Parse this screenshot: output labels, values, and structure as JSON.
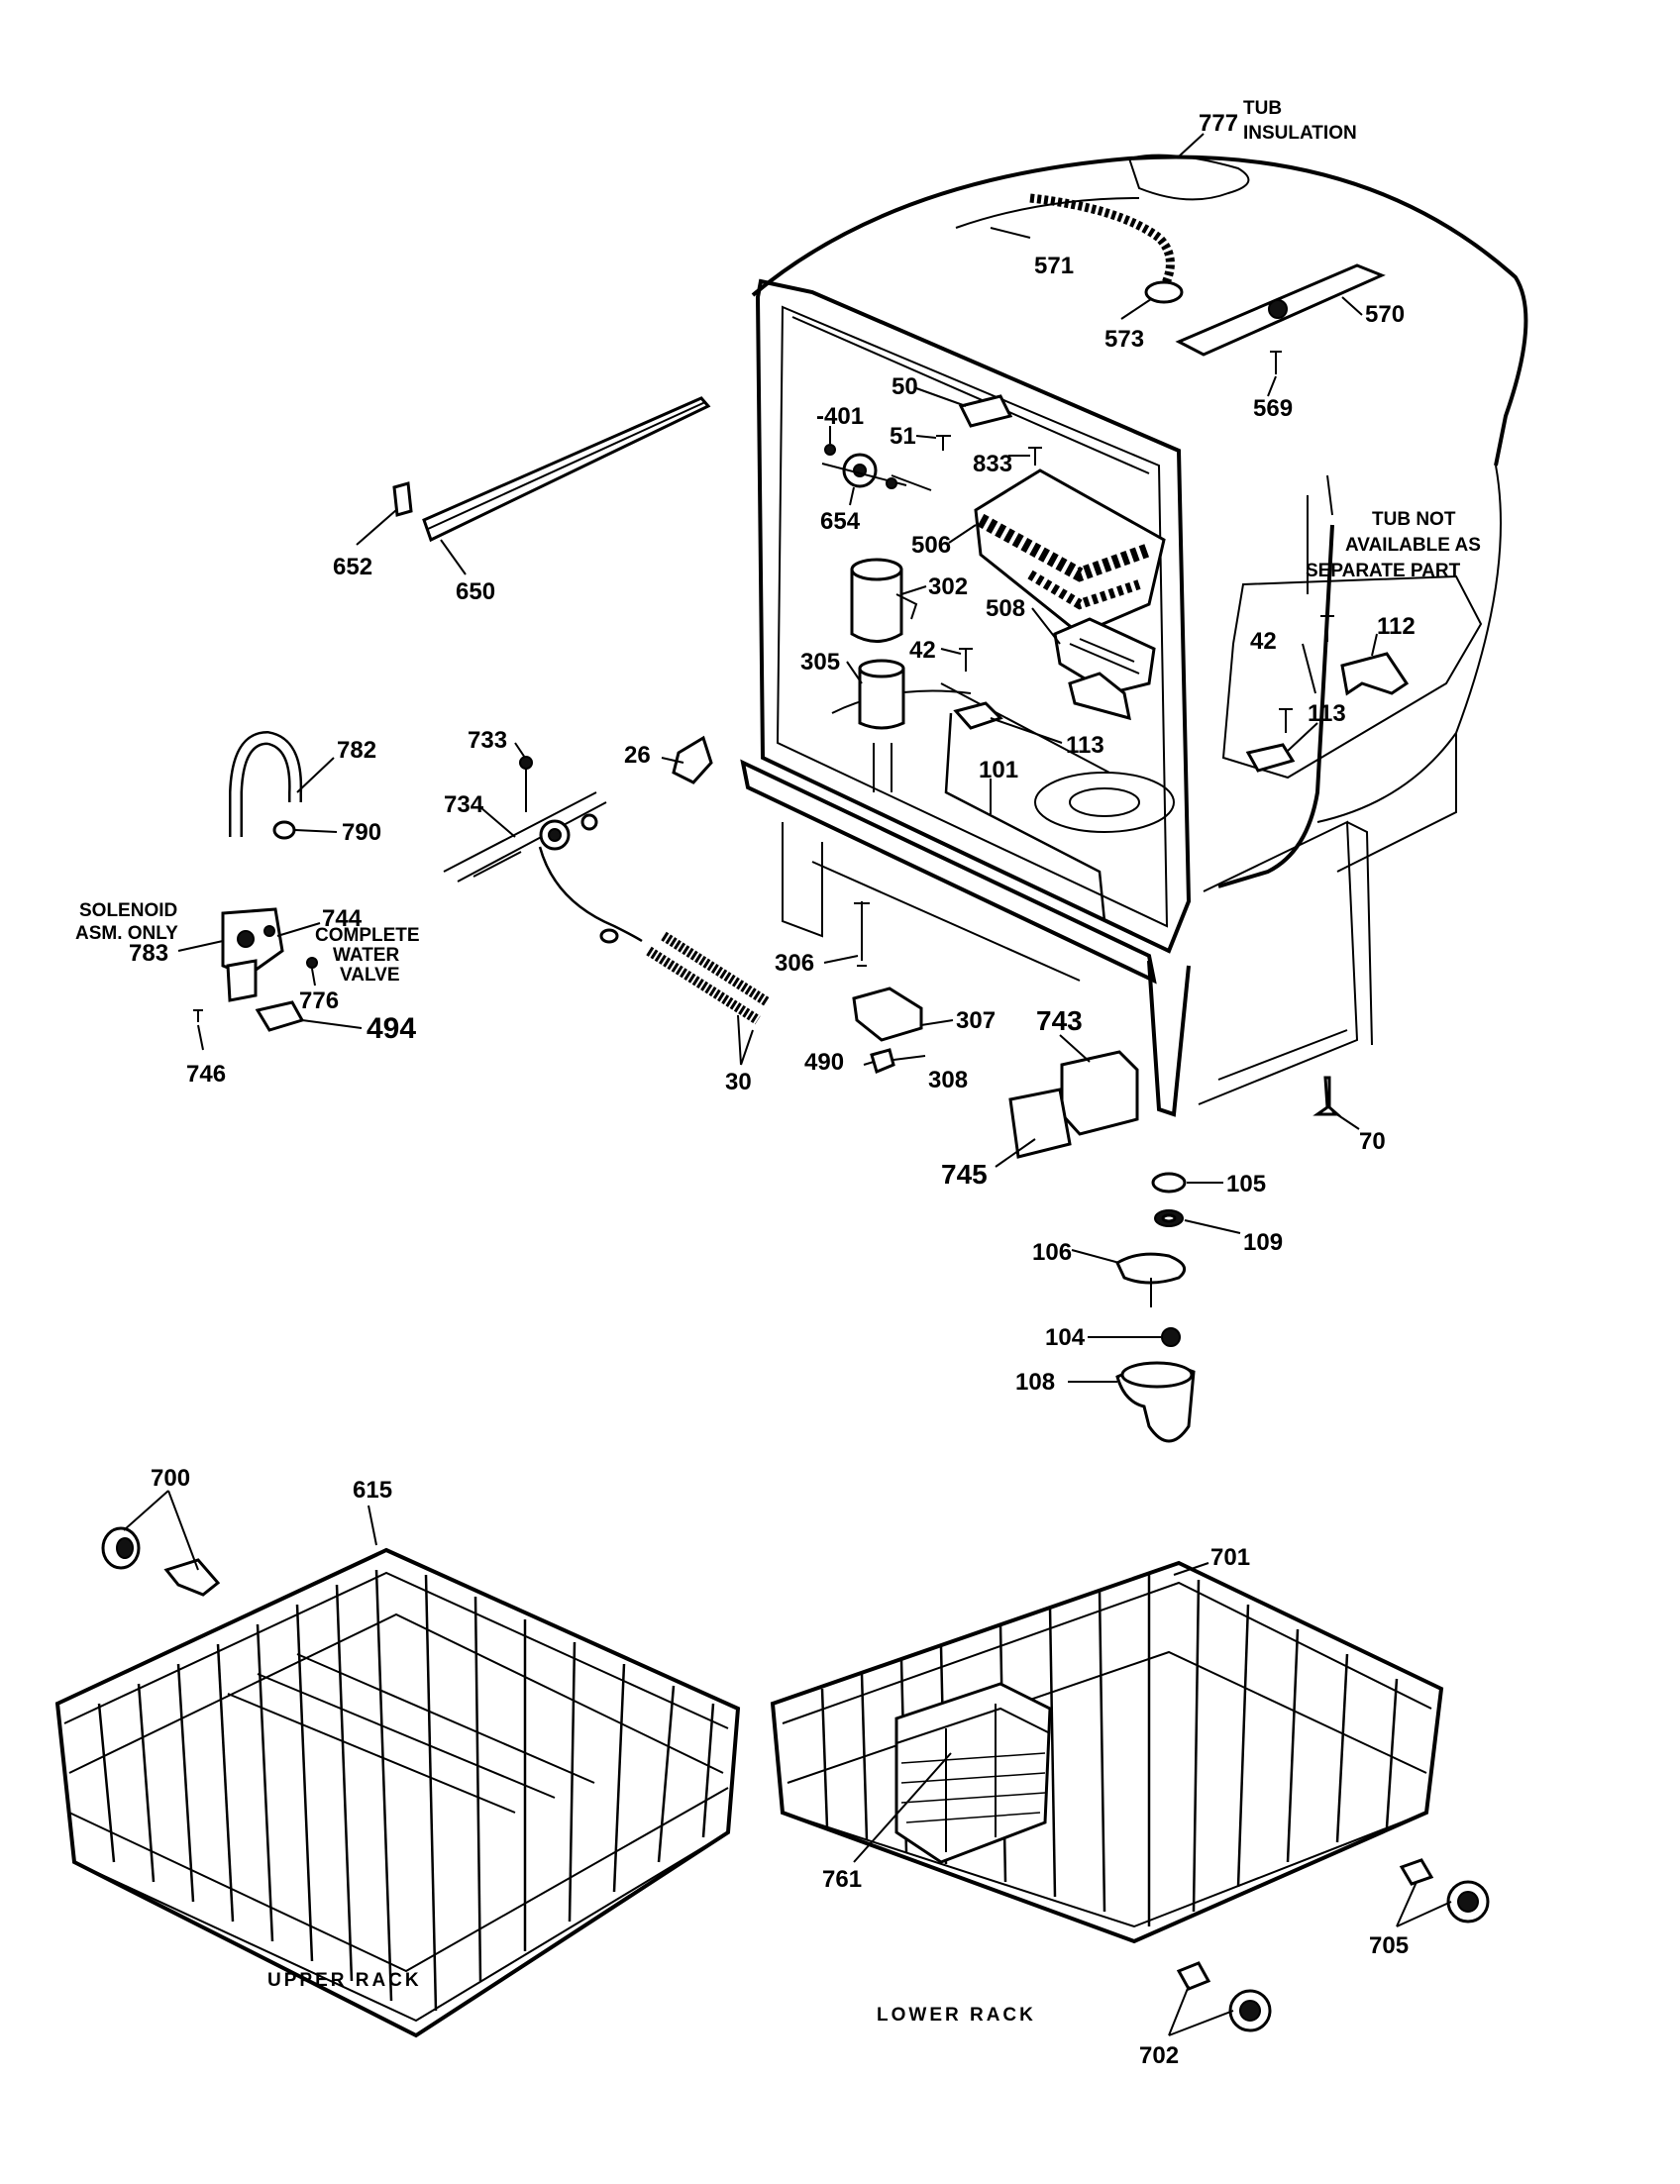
{
  "labels": {
    "p777": "777",
    "p571": "571",
    "p573": "573",
    "p570": "570",
    "p569": "569",
    "p50": "50",
    "p401": "-401",
    "p51": "51",
    "p833": "833",
    "p654": "654",
    "p506": "506",
    "p302": "302",
    "p508": "508",
    "p42a": "42",
    "p305": "305",
    "p113a": "113",
    "p101": "101",
    "p42b": "42",
    "p112": "112",
    "p113b": "113",
    "p652": "652",
    "p650": "650",
    "p782": "782",
    "p790": "790",
    "p733": "733",
    "p734": "734",
    "p26": "26",
    "p744": "744",
    "p783": "783",
    "p776": "776",
    "p494": "494",
    "p746": "746",
    "p30": "30",
    "p306": "306",
    "p307": "307",
    "p490": "490",
    "p308": "308",
    "p743": "743",
    "p745": "745",
    "p70": "70",
    "p105": "105",
    "p109": "109",
    "p106": "106",
    "p104": "104",
    "p108": "108",
    "p700": "700",
    "p615": "615",
    "p701": "701",
    "p761": "761",
    "p705": "705",
    "p702": "702"
  },
  "notes": {
    "tub_insulation_1": "TUB",
    "tub_insulation_2": "INSULATION",
    "tub_not_1": "TUB NOT",
    "tub_not_2": "AVAILABLE AS",
    "tub_not_3": "SEPARATE PART",
    "solenoid_1": "SOLENOID",
    "solenoid_2": "ASM. ONLY",
    "complete_1": "COMPLETE",
    "complete_2": "WATER",
    "complete_3": "VALVE",
    "upper_rack": "UPPER RACK",
    "lower_rack": "LOWER RACK"
  }
}
